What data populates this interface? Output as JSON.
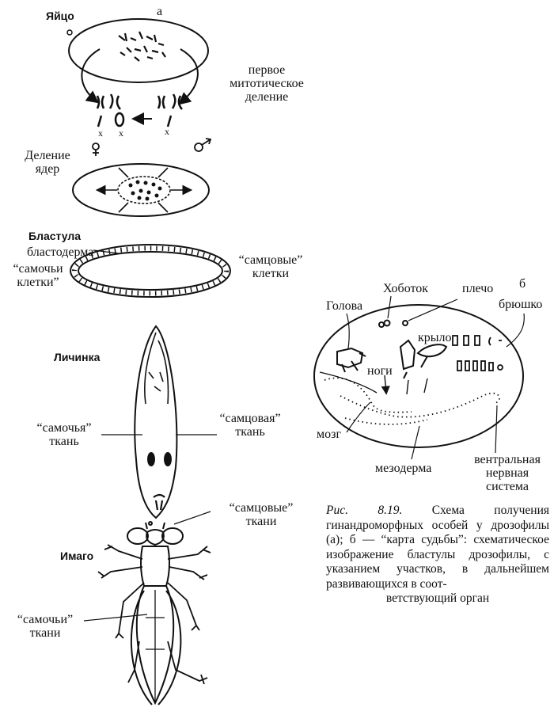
{
  "panel_a": {
    "letter": "а",
    "egg": "Яйцо",
    "first_division": [
      "первое",
      "митотическое",
      "деление"
    ],
    "x_marks": [
      "x",
      "x",
      "x"
    ],
    "nuclear_division": [
      "Деление",
      "ядер"
    ],
    "blastula": "Бластула",
    "blastoderm": "бластодерма",
    "female_cells": [
      "“самочьи",
      "клетки”"
    ],
    "male_cells": [
      "“самцовые”",
      "клетки"
    ],
    "larva": "Личинка",
    "female_tissue": [
      "“самочья”",
      "ткань"
    ],
    "male_tissue": [
      "“самцовая”",
      "ткань"
    ],
    "imago": "Имаго",
    "male_tissues": [
      "“самцовые”",
      "ткани"
    ],
    "female_tissues": [
      "“самочьи”",
      "ткани"
    ]
  },
  "panel_b": {
    "letter": "б",
    "proboscis": "Хоботок",
    "shoulder": "плечо",
    "head": "Голова",
    "abdomen": "брюшко",
    "wing": "крыло",
    "legs": "ноги",
    "brain": "мозг",
    "mesoderm": "мезодерма",
    "ventral_nervous_system": [
      "вентральная",
      "нервная",
      "система"
    ]
  },
  "caption": {
    "number": "Рис. 8.19.",
    "body": " Схема получения гинандроморфных особей у дрозофилы (а); б — “карта судьбы”: схематическое изображение бластулы дрозофилы, с указанием участков, в дальнейшем развивающихся в соот-",
    "last_line": "ветствующий орган"
  }
}
